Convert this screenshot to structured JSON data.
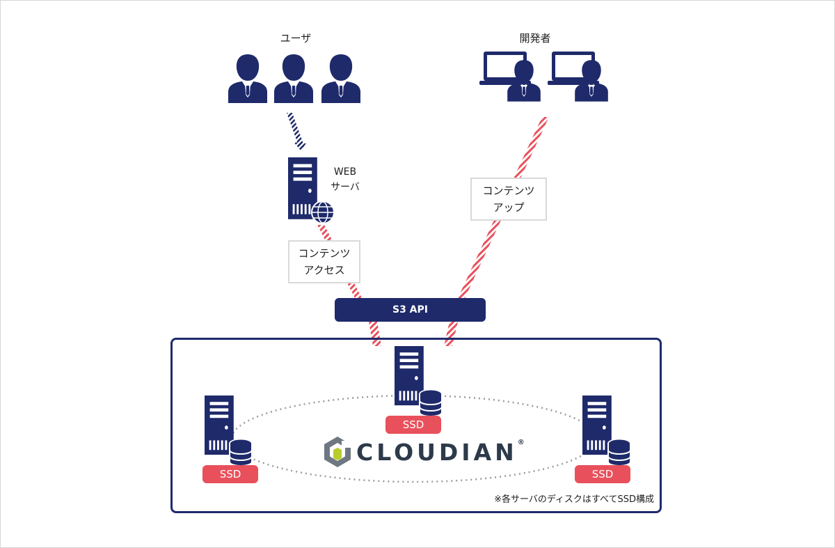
{
  "users_label": "ユーザ",
  "developers_label": "開発者",
  "web_server": {
    "line1": "WEB",
    "line2": "サーバ"
  },
  "content_access": {
    "line1": "コンテンツ",
    "line2": "アクセス"
  },
  "content_upload": {
    "line1": "コンテンツ",
    "line2": "アップ"
  },
  "s3_api_label": "S3 API",
  "ssd_label": "SSD",
  "brand": {
    "name": "CLOUDIAN",
    "trademark": "®"
  },
  "footnote": "※各サーバのディスクはすべてSSD構成",
  "colors": {
    "navy": "#1f2a6b",
    "ssd_red": "#e8505b",
    "link_red": "#e8505b",
    "dotted_gray": "#9a9a9a"
  }
}
